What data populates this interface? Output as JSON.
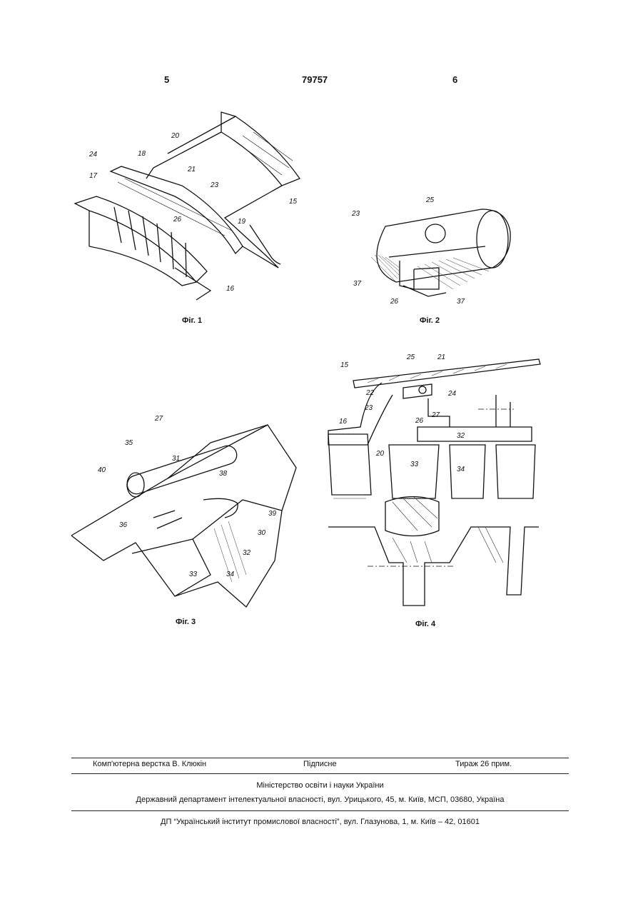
{
  "header": {
    "left_page": "5",
    "patent_number": "79757",
    "right_page": "6"
  },
  "figures": [
    {
      "caption": "Фіг. 1",
      "labels": [
        "20",
        "24",
        "18",
        "17",
        "21",
        "23",
        "15",
        "26",
        "19",
        "16"
      ]
    },
    {
      "caption": "Фіг. 2",
      "labels": [
        "25",
        "23",
        "37",
        "26",
        "37"
      ]
    },
    {
      "caption": "Фіг. 3",
      "labels": [
        "27",
        "35",
        "31",
        "40",
        "38",
        "39",
        "36",
        "30",
        "32",
        "33",
        "34"
      ]
    },
    {
      "caption": "Фіг. 4",
      "labels": [
        "25",
        "21",
        "15",
        "22",
        "24",
        "23",
        "27",
        "26",
        "16",
        "32",
        "20",
        "33",
        "34"
      ]
    }
  ],
  "footer": {
    "layout": "Комп'ютерна верстка В. Клюкін",
    "signed": "Підписне",
    "circulation": "Тираж 26 прим.",
    "ministry": "Міністерство освіти і науки України",
    "department": "Державний департамент інтелектуальної власності, вул. Урицького, 45, м. Київ, МСП, 03680, Україна",
    "institute": "ДП “Український інститут промислової власності”, вул. Глазунова, 1, м. Київ – 42, 01601"
  }
}
